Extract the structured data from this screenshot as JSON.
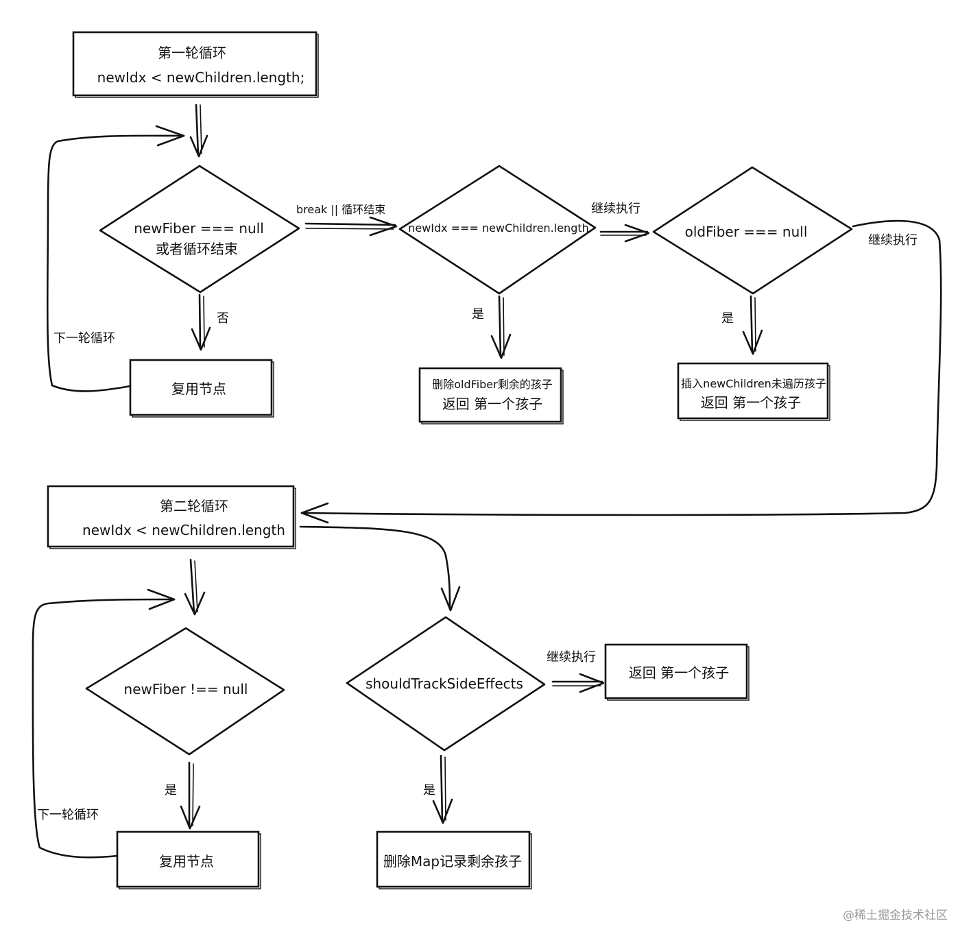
{
  "loop1": {
    "title": "第一轮循环",
    "condition": "newIdx < newChildren.length;"
  },
  "decision1": {
    "line1": "newFiber === null",
    "line2": "或者循环结束"
  },
  "decision1_no": "否",
  "loop1_next": "下一轮循环",
  "reuse1": "复用节点",
  "break_label": "break || 循环结束",
  "decision2": "newIdx === newChildren.length",
  "decision2_yes": "是",
  "action2": {
    "line1": "删除oldFiber剩余的孩子",
    "line2": "返回 第一个孩子"
  },
  "continue1": "继续执行",
  "decision3": "oldFiber === null",
  "decision3_yes": "是",
  "action3": {
    "line1": "插入newChildren未遍历孩子",
    "line2": "返回 第一个孩子"
  },
  "continue2": "继续执行",
  "loop2": {
    "title": "第二轮循环",
    "condition": "newIdx < newChildren.length"
  },
  "decision4": "newFiber !== null",
  "decision4_yes": "是",
  "loop2_next": "下一轮循环",
  "reuse2": "复用节点",
  "decision5": "shouldTrackSideEffects",
  "decision5_yes": "是",
  "continue3": "继续执行",
  "return_first": "返回 第一个孩子",
  "delete_map": "删除Map记录剩余孩子",
  "watermark": "@稀土掘金技术社区",
  "colors": {
    "ink": "#111111",
    "background": "#ffffff",
    "watermark": "#9a9a9a"
  }
}
